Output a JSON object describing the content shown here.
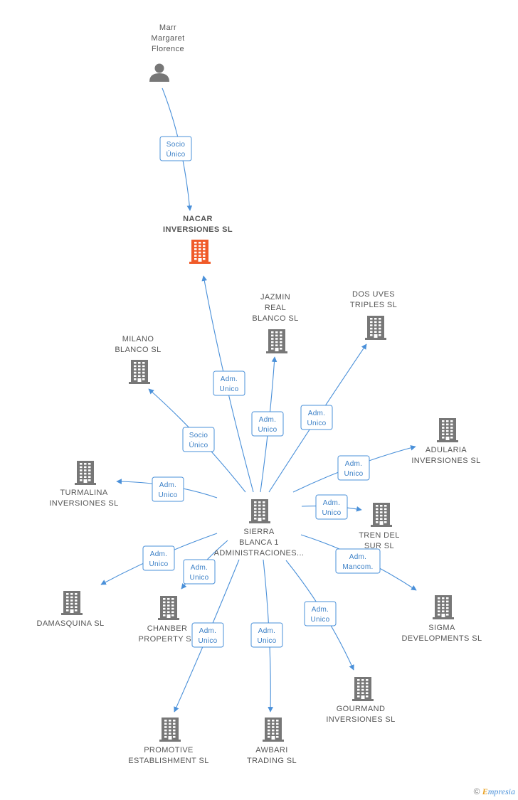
{
  "colors": {
    "edge": "#4a90d9",
    "building": "#777777",
    "focus": "#f05a28",
    "person": "#777777"
  },
  "nodes": [
    {
      "id": "marr",
      "type": "person",
      "lines": [
        "Marr",
        "Margaret",
        "Florence"
      ]
    },
    {
      "id": "nacar",
      "type": "focus",
      "lines": [
        "NACAR",
        "INVERSIONES SL"
      ]
    },
    {
      "id": "jazmin",
      "type": "building",
      "lines": [
        "JAZMIN",
        "REAL",
        "BLANCO  SL"
      ]
    },
    {
      "id": "dosuves",
      "type": "building",
      "lines": [
        "DOS UVES",
        "TRIPLES SL"
      ]
    },
    {
      "id": "milano",
      "type": "building",
      "lines": [
        "MILANO",
        "BLANCO SL"
      ]
    },
    {
      "id": "adularia",
      "type": "building",
      "lines": [
        "ADULARIA",
        "INVERSIONES SL"
      ]
    },
    {
      "id": "turmalina",
      "type": "building",
      "lines": [
        "TURMALINA",
        "INVERSIONES SL"
      ]
    },
    {
      "id": "sierra",
      "type": "building",
      "lines": [
        "SIERRA",
        "BLANCA 1",
        "ADMINISTRACIONES..."
      ]
    },
    {
      "id": "tren",
      "type": "building",
      "lines": [
        "TREN DEL",
        "SUR SL"
      ]
    },
    {
      "id": "damasquina",
      "type": "building",
      "lines": [
        "DAMASQUINA SL"
      ]
    },
    {
      "id": "chanber",
      "type": "building",
      "lines": [
        "CHANBER",
        "PROPERTY SL"
      ]
    },
    {
      "id": "sigma",
      "type": "building",
      "lines": [
        "SIGMA",
        "DEVELOPMENTS SL"
      ]
    },
    {
      "id": "gourmand",
      "type": "building",
      "lines": [
        "GOURMAND",
        "INVERSIONES SL"
      ]
    },
    {
      "id": "promotive",
      "type": "building",
      "lines": [
        "PROMOTIVE",
        "ESTABLISHMENT SL"
      ]
    },
    {
      "id": "awbari",
      "type": "building",
      "lines": [
        "AWBARI",
        "TRADING SL"
      ]
    }
  ],
  "edges": [
    {
      "from": "marr",
      "to": "nacar",
      "lines": [
        "Socio",
        "Único"
      ]
    },
    {
      "from": "sierra",
      "to": "nacar",
      "lines": [
        "Adm.",
        "Unico"
      ]
    },
    {
      "from": "sierra",
      "to": "jazmin",
      "lines": [
        "Adm.",
        "Unico"
      ]
    },
    {
      "from": "sierra",
      "to": "dosuves",
      "lines": [
        "Adm.",
        "Unico"
      ]
    },
    {
      "from": "sierra",
      "to": "milano",
      "lines": [
        "Socio",
        "Único"
      ]
    },
    {
      "from": "sierra",
      "to": "adularia",
      "lines": [
        "Adm.",
        "Unico"
      ]
    },
    {
      "from": "sierra",
      "to": "turmalina",
      "lines": [
        "Adm.",
        "Unico"
      ]
    },
    {
      "from": "sierra",
      "to": "tren",
      "lines": [
        "Adm.",
        "Unico"
      ]
    },
    {
      "from": "sierra",
      "to": "damasquina",
      "lines": [
        "Adm.",
        "Unico"
      ]
    },
    {
      "from": "sierra",
      "to": "chanber",
      "lines": [
        "Adm.",
        "Unico"
      ]
    },
    {
      "from": "sierra",
      "to": "sigma",
      "lines": [
        "Adm.",
        "Mancom."
      ]
    },
    {
      "from": "sierra",
      "to": "gourmand",
      "lines": [
        "Adm.",
        "Unico"
      ]
    },
    {
      "from": "sierra",
      "to": "promotive",
      "lines": [
        "Adm.",
        "Unico"
      ]
    },
    {
      "from": "sierra",
      "to": "awbari",
      "lines": [
        "Adm.",
        "Unico"
      ]
    }
  ],
  "footer": {
    "copyright": "©",
    "brand_initial": "E",
    "brand_rest": "mpresia"
  }
}
